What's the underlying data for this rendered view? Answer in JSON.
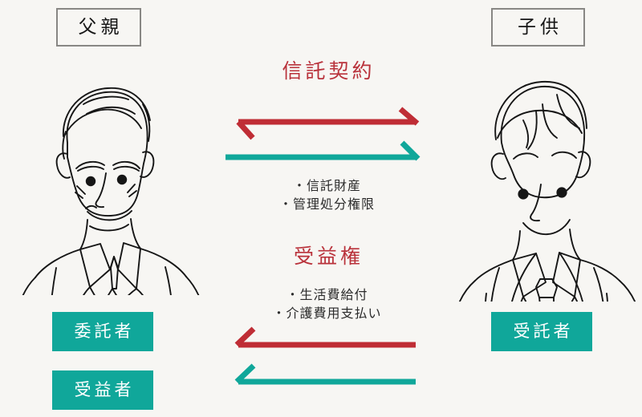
{
  "diagram": {
    "title": "family-trust-structure",
    "background_color": "#f7f6f3",
    "accent_red": "#bf2d35",
    "accent_teal": "#10a79a",
    "heading_red": "#b9323b",
    "box_border": "#888784",
    "line_black": "#161616"
  },
  "parties": {
    "left": {
      "role_label": "父親",
      "illustration": "elderly-man-portrait",
      "badges": [
        {
          "label": "委託者"
        },
        {
          "label": "受益者"
        }
      ]
    },
    "right": {
      "role_label": "子供",
      "illustration": "young-man-suit-portrait",
      "badges": [
        {
          "label": "受託者"
        }
      ]
    }
  },
  "flows": [
    {
      "heading": "信託契約",
      "direction": "left-to-right",
      "bullets": [
        "・信託財産",
        "・管理処分権限"
      ],
      "arrows": [
        {
          "color": "#bf2d35",
          "points": "right"
        },
        {
          "color": "#10a79a",
          "points": "right"
        }
      ]
    },
    {
      "heading": "受益権",
      "direction": "right-to-left",
      "bullets": [
        "・生活費給付",
        "・介護費用支払い"
      ],
      "arrows": [
        {
          "color": "#bf2d35",
          "points": "left"
        },
        {
          "color": "#10a79a",
          "points": "left"
        }
      ]
    }
  ]
}
